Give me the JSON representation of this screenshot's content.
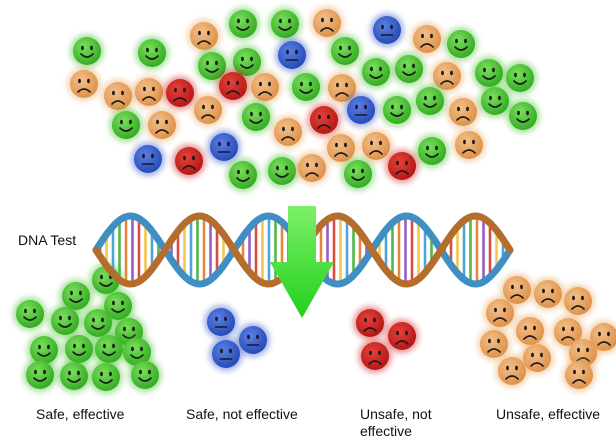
{
  "dna_test_label": "DNA Test",
  "groups": [
    {
      "caption": "Safe, effective",
      "face": "happy",
      "color": "green"
    },
    {
      "caption": "Safe, not effective",
      "face": "neutral",
      "color": "blue"
    },
    {
      "caption": "Unsafe, not effective",
      "face": "sad",
      "color": "red"
    },
    {
      "caption": "Unsafe, effective",
      "face": "sad",
      "color": "orange"
    }
  ],
  "colors": {
    "green": "#3fbf2a",
    "orange": "#e8a35a",
    "blue": "#2f56c8",
    "red": "#cc1f1c",
    "arrow": "#2ee02a",
    "helix_brown": "#b46d2a",
    "helix_blue": "#3f8fc2"
  },
  "faces": {
    "happy": "smiley-face-icon",
    "neutral": "neutral-face-icon",
    "sad": "frowning-face-icon"
  }
}
